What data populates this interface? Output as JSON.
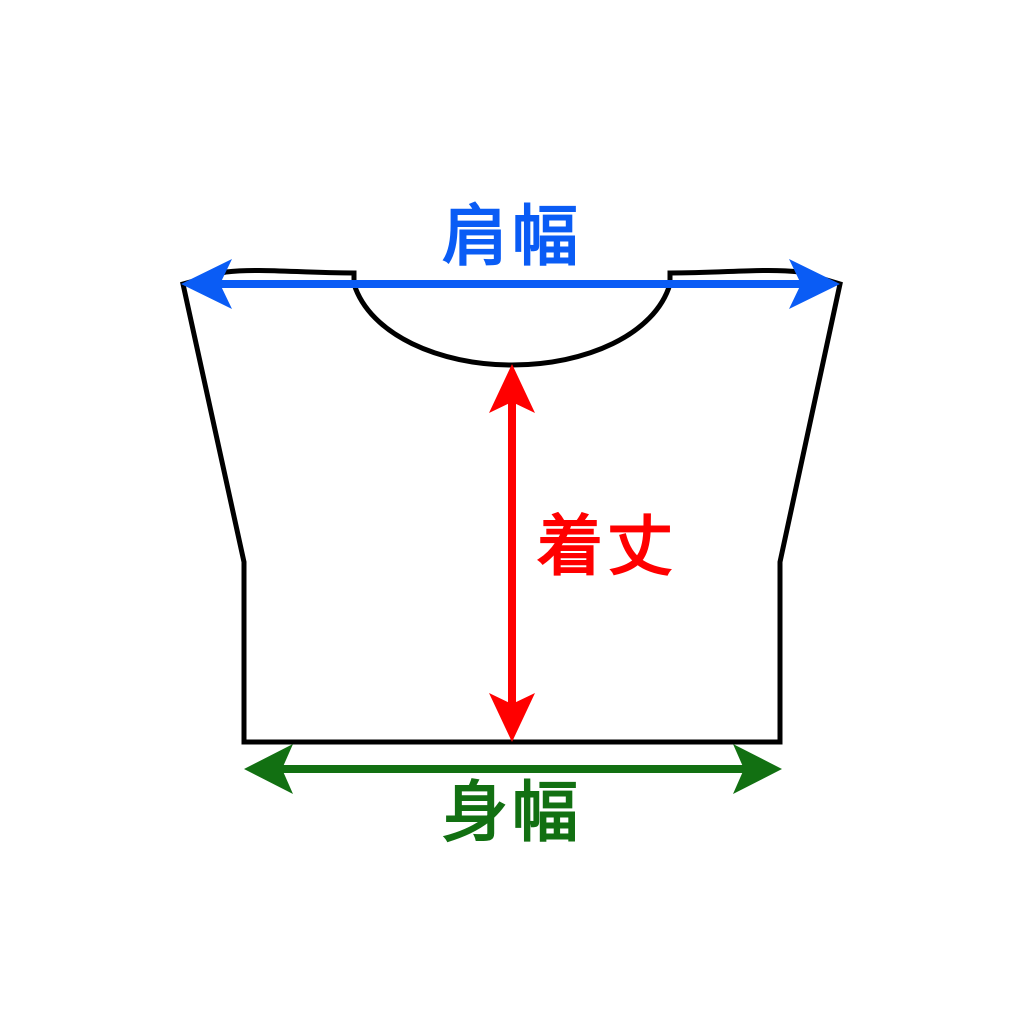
{
  "diagram": {
    "type": "garment-measurement",
    "colors": {
      "outline": "#000000",
      "shoulder": "#0a5cf5",
      "length": "#ff0000",
      "body_width": "#127012"
    },
    "labels": {
      "shoulder_width": "肩幅",
      "length": "着丈",
      "body_width": "身幅"
    }
  }
}
